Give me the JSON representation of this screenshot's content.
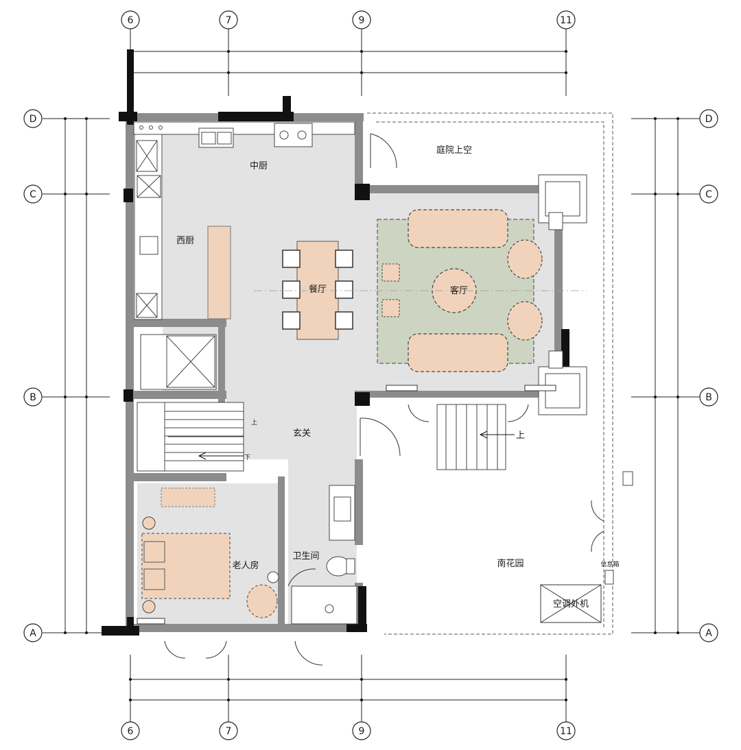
{
  "axes": {
    "top": [
      "6",
      "7",
      "9",
      "11"
    ],
    "bottom": [
      "6",
      "7",
      "9",
      "11"
    ],
    "left": [
      "D",
      "C",
      "B",
      "A"
    ],
    "right": [
      "D",
      "C",
      "B",
      "A"
    ]
  },
  "rooms": {
    "kitchen_chinese": "中厨",
    "kitchen_western": "西厨",
    "dining": "餐厅",
    "living": "客厅",
    "courtyard_void": "庭院上空",
    "foyer": "玄关",
    "elder_bedroom": "老人房",
    "bathroom": "卫生间",
    "south_garden": "南花园"
  },
  "labels": {
    "stair_up_small": "上",
    "stair_down_small": "下",
    "stair_up_garden": "上",
    "ac_unit": "空调外机",
    "meter_box": "信息箱"
  },
  "colors": {
    "wall_black": "#111111",
    "wall_gray": "#8c8c8c",
    "floor_gray": "#e3e3e3",
    "rug_green": "#cdd5c2",
    "furniture_beige": "#f1d3bc"
  }
}
